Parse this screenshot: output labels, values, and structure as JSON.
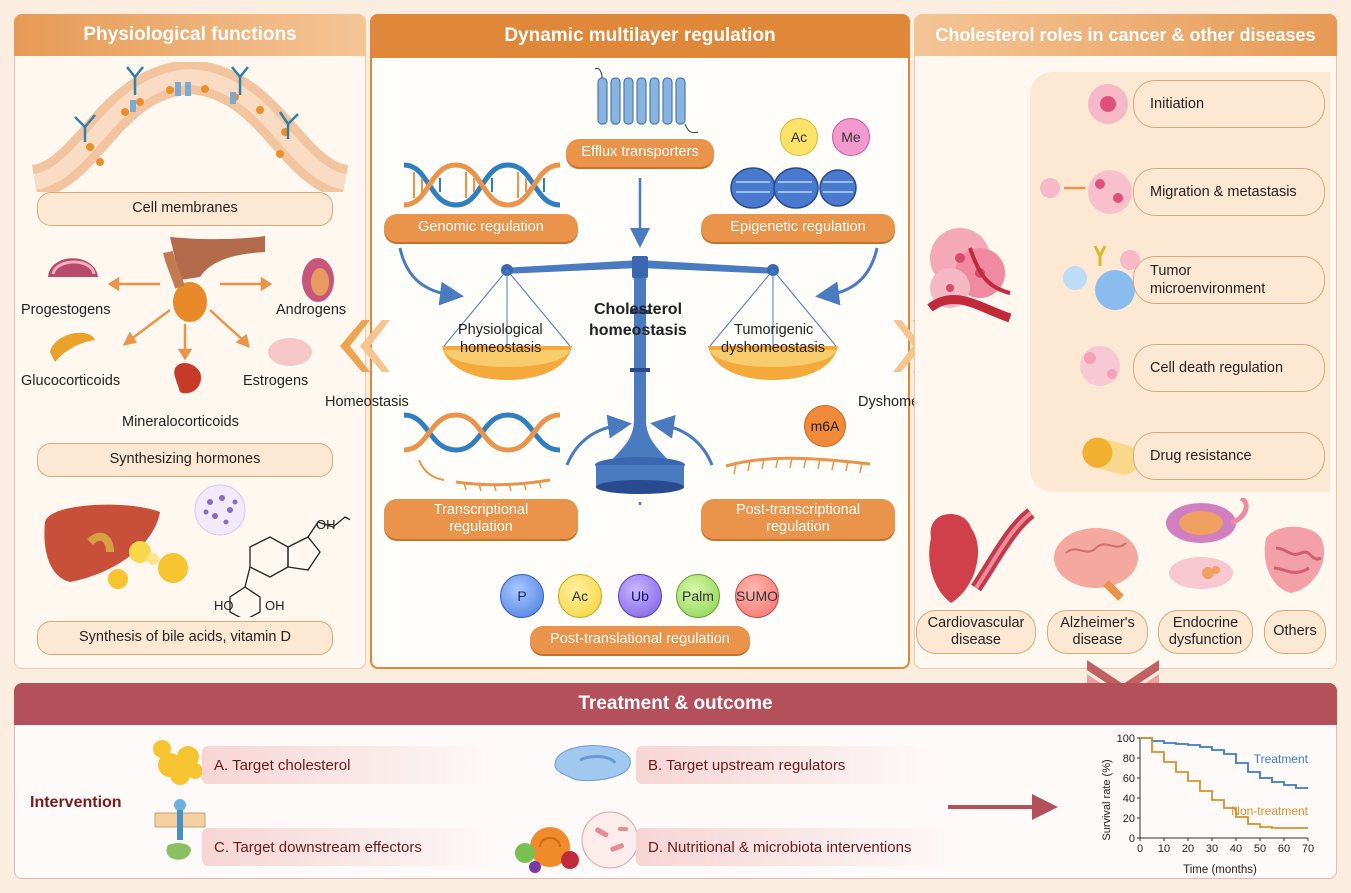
{
  "headers": {
    "physiological": "Physiological functions",
    "dynamic": "Dynamic multilayer regulation",
    "cancer": "Cholesterol roles in cancer & other diseases",
    "treatment": "Treatment & outcome"
  },
  "physiological": {
    "cell_membranes": "Cell membranes",
    "hormones": {
      "progestogens": "Progestogens",
      "androgens": "Androgens",
      "glucocorticoids": "Glucocorticoids",
      "estrogens": "Estrogens",
      "mineralocorticoids": "Mineralocorticoids"
    },
    "synthesizing_hormones": "Synthesizing hormones",
    "bile": "Synthesis of bile acids, vitamin D",
    "chem_oh1": "OH",
    "chem_ho": "HO",
    "chem_oh2": "OH"
  },
  "regulation": {
    "efflux": "Efflux transporters",
    "genomic": "Genomic regulation",
    "epigenetic": "Epigenetic regulation",
    "ac": "Ac",
    "me": "Me",
    "center1": "Cholesterol",
    "center2": "homeostasis",
    "physio1": "Physiological",
    "physio2": "homeostasis",
    "tumor1": "Tumorigenic",
    "tumor2": "dyshomeostasis",
    "homeostasis": "Homeostasis",
    "dyshomeostasis": "Dyshomeostasis",
    "transcriptional": "Transcriptional regulation",
    "post_transcriptional": "Post-transcriptional regulation",
    "m6a": "m6A",
    "ptm": [
      "P",
      "Ac",
      "Ub",
      "Palm",
      "SUMO"
    ],
    "post_translational": "Post-translational regulation"
  },
  "cancer": {
    "roles": [
      "Initiation",
      "Migration & metastasis",
      "Tumor microenvironment",
      "Cell death regulation",
      "Drug resistance"
    ],
    "diseases": [
      "Cardiovascular disease",
      "Alzheimer's disease",
      "Endocrine dysfunction",
      "Others"
    ]
  },
  "treatment": {
    "intervention": "Intervention",
    "a": "A. Target cholesterol",
    "b": "B. Target upstream regulators",
    "c": "C. Target downstream effectors",
    "d": "D. Nutritional & microbiota interventions"
  },
  "colors": {
    "accent": "#e9944a",
    "treatment": "#b4505a",
    "treatment_line": "#3a7bc0",
    "non_treatment_line": "#d9902a"
  },
  "chart_data": {
    "type": "line",
    "xlabel": "Time (months)",
    "ylabel": "Survival rate (%)",
    "xlim": [
      0,
      70
    ],
    "ylim": [
      0,
      100
    ],
    "xticks": [
      0,
      10,
      20,
      30,
      40,
      50,
      60,
      70
    ],
    "yticks": [
      0,
      20,
      40,
      60,
      80,
      100
    ],
    "series": [
      {
        "name": "Treatment",
        "x": [
          0,
          5,
          10,
          15,
          20,
          25,
          30,
          35,
          40,
          45,
          50,
          55,
          60,
          65,
          70
        ],
        "y": [
          100,
          97,
          95,
          94,
          93,
          91,
          88,
          84,
          75,
          66,
          60,
          56,
          53,
          50,
          50
        ]
      },
      {
        "name": "Non-treatment",
        "x": [
          0,
          5,
          10,
          15,
          20,
          25,
          30,
          35,
          40,
          45,
          50,
          55,
          60,
          65,
          70
        ],
        "y": [
          100,
          86,
          76,
          66,
          57,
          47,
          38,
          30,
          21,
          14,
          11,
          10,
          10,
          10,
          10
        ]
      }
    ]
  }
}
